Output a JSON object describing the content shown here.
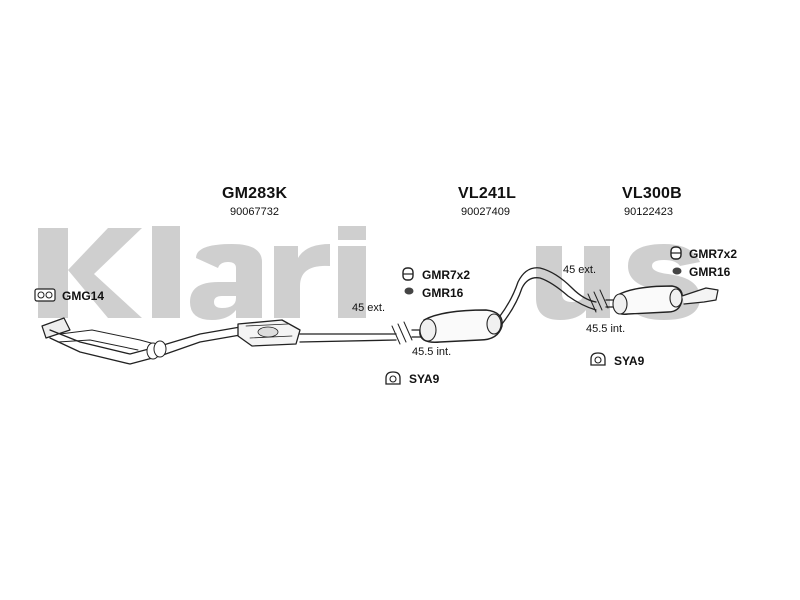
{
  "watermark": {
    "text": "Klarius",
    "color": "#c8c8c8"
  },
  "sections": [
    {
      "code": "GM283K",
      "number": "90067732"
    },
    {
      "code": "VL241L",
      "number": "90027409"
    },
    {
      "code": "VL300B",
      "number": "90122423"
    }
  ],
  "parts": {
    "gmg14": "GMG14",
    "mid_gmr7x2": "GMR7x2",
    "mid_gmr16": "GMR16",
    "rear_gmr7x2": "GMR7x2",
    "rear_gmr16": "GMR16",
    "mid_sya9": "SYA9",
    "rear_sya9": "SYA9"
  },
  "dimensions": {
    "mid_ext": "45 ext.",
    "mid_int": "45.5 int.",
    "rear_ext": "45 ext.",
    "rear_int": "45.5 int."
  }
}
